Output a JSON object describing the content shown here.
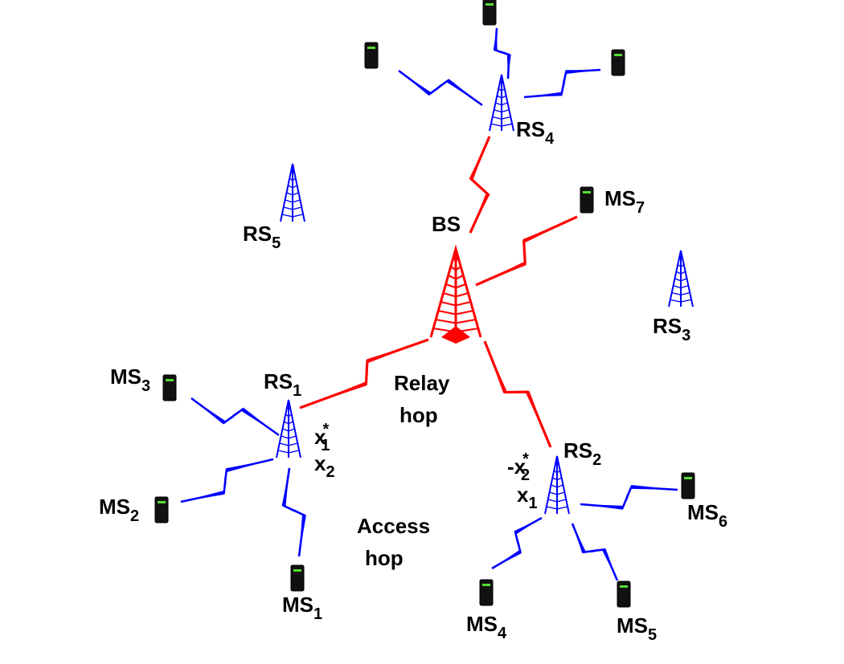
{
  "colors": {
    "base_station": "#ff0000",
    "relay_station": "#0000ff",
    "link_relay_hop": "#ff0000",
    "link_access_hop": "#0000ff",
    "mobile_body": "#111111",
    "mobile_screen": "#55dd33"
  },
  "icons": {
    "base_station": "tower-icon",
    "relay_station": "tower-icon",
    "mobile_station": "mobile-phone-icon"
  },
  "labels": {
    "bs": {
      "main": "BS"
    },
    "rs1": {
      "main": "RS",
      "sub": "1"
    },
    "rs2": {
      "main": "RS",
      "sub": "2"
    },
    "rs3": {
      "main": "RS",
      "sub": "3"
    },
    "rs4": {
      "main": "RS",
      "sub": "4"
    },
    "rs5": {
      "main": "RS",
      "sub": "5"
    },
    "ms1": {
      "main": "MS",
      "sub": "1"
    },
    "ms2": {
      "main": "MS",
      "sub": "2"
    },
    "ms3": {
      "main": "MS",
      "sub": "3"
    },
    "ms4": {
      "main": "MS",
      "sub": "4"
    },
    "ms5": {
      "main": "MS",
      "sub": "5"
    },
    "ms6": {
      "main": "MS",
      "sub": "6"
    },
    "ms7": {
      "main": "MS",
      "sub": "7"
    }
  },
  "signals": {
    "rs1": [
      {
        "prefix": "",
        "main": "x",
        "sup": "*",
        "sub": "1"
      },
      {
        "prefix": "",
        "main": "x",
        "sup": "",
        "sub": "2"
      }
    ],
    "rs2": [
      {
        "prefix": "-",
        "main": "x",
        "sup": "*",
        "sub": "2"
      },
      {
        "prefix": "",
        "main": "x",
        "sup": "",
        "sub": "1"
      }
    ]
  },
  "annotations": {
    "relay_hop": [
      "Relay",
      "hop"
    ],
    "access_hop": [
      "Access",
      "hop"
    ]
  }
}
